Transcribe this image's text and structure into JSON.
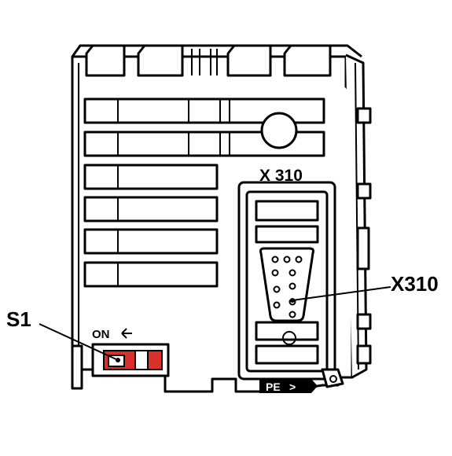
{
  "labels": {
    "s1": "S1",
    "x310": "X310",
    "header": "X 310",
    "switch_on": "ON",
    "pe": "PE"
  },
  "colors": {
    "switch_red": "#d9302b",
    "line": "#000000",
    "fill": "#ffffff"
  },
  "icons": {
    "switch_arrow": "left-arrow-icon",
    "pe_arrow": "right-arrow-icon"
  }
}
